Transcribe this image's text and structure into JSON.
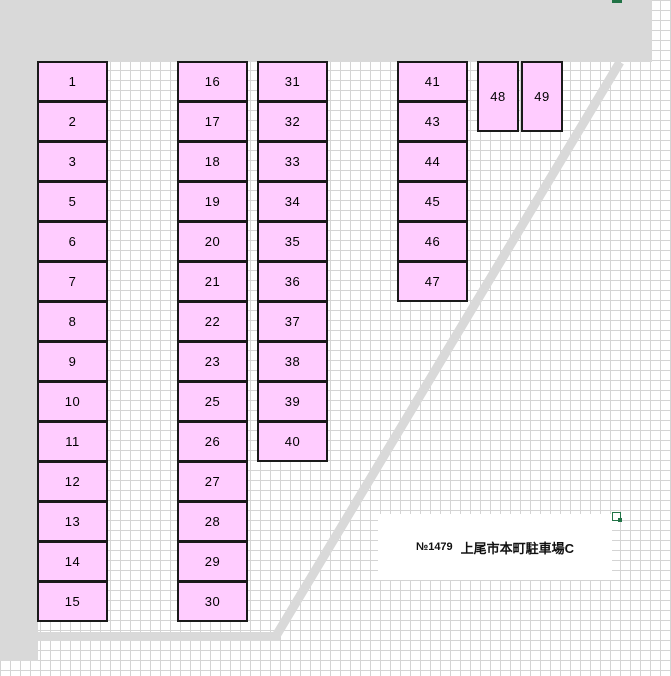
{
  "sign": {
    "number": "№1479",
    "name": "上尾市本町駐車場C"
  },
  "colors": {
    "slot_fill": "#ffccff",
    "slot_border": "#1a1a1a",
    "wall": "#d9d9d9",
    "grid": "#d4d4d4",
    "selection": "#217346"
  },
  "columns": [
    {
      "id": "col-a",
      "slots": [
        "1",
        "2",
        "3",
        "5",
        "6",
        "7",
        "8",
        "9",
        "10",
        "11",
        "12",
        "13",
        "14",
        "15"
      ]
    },
    {
      "id": "col-b",
      "slots": [
        "16",
        "17",
        "18",
        "19",
        "20",
        "21",
        "22",
        "23",
        "25",
        "26",
        "27",
        "28",
        "29",
        "30"
      ]
    },
    {
      "id": "col-c",
      "slots": [
        "31",
        "32",
        "33",
        "34",
        "35",
        "36",
        "37",
        "38",
        "39",
        "40"
      ]
    },
    {
      "id": "col-d",
      "slots": [
        "41",
        "43",
        "44",
        "45",
        "46",
        "47"
      ]
    }
  ],
  "pair": {
    "slots": [
      "48",
      "49"
    ]
  }
}
